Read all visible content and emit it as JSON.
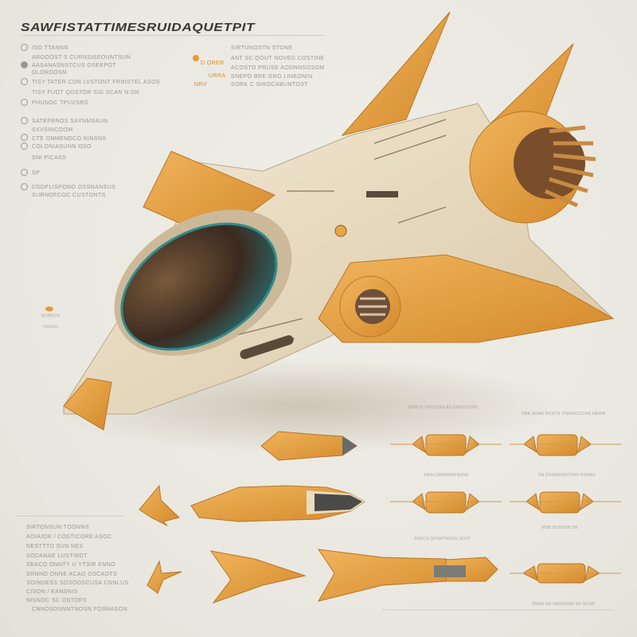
{
  "sheet": {
    "title": "SAWFISTATTIMESRUIDAQUETPIT",
    "background": "#ecebe4",
    "accent": "#e59a35",
    "hull_cream": "#e9dcc3",
    "hull_orange": "#e8a24a",
    "canopy": "#3f6a6a"
  },
  "spec_left_top": [
    "ISO TTANNN",
    "AROOOST S CURNSISEOUNTSUN",
    "AASANASNSTCUS OSEEPOT",
    "OLOROOSN",
    "TISY TATER CON LVSTONT FRINSTEL ASOS",
    "TISY FUOT QOSTOR SIG SCAN N.DN",
    "PHUNOC TPUVSRS"
  ],
  "spec_mid_top": [
    "SIRTUNOSTN STONE",
    "ANT SC QOUT NOVED COSTINE",
    "ACOSTO PRUSE AODNNSOSOM",
    "SNEPO BRE GRO LINEONIN",
    "SORK C SIROCABUNTOST"
  ],
  "spec_mid_top_tags": [
    "D ORER",
    "URRA",
    "NRV"
  ],
  "spec_left_mid": [
    "SATEFRNOS SAYNMSAUN",
    "SXVSINCOOM",
    "CTE ONMENDCO NINSNS",
    "COLONIASUNN OSO",
    "SNI PICASS",
    "SP",
    "DSOPLISPONO OSSNANSUS",
    "SURNOFCOC CUSTONTS"
  ],
  "spec_bottom_left": [
    "SIRTONSUN TOONNS",
    "AOIAIOR / COSTICORE ASOC",
    "NESTTTO SUN NES",
    "SODANAE LUSTIRDT",
    "SEACO ONNTY U YTSIR ENNO",
    "SRNNO ONNE ACAO OSCAOTS",
    "SOINDESS SOSOOSCUSA CNNLUS",
    "CISON / EANSNIS",
    "NISNOC SC OSTOFS",
    "CNNOSDSNNTNOSN FOSNASON"
  ],
  "small_label": [
    "SONSOS",
    "CNSSN"
  ],
  "views": {
    "captions": [
      "SWNTS ONCOSNLAS ORSOSUNS",
      "SNE SONE DUSTR OSNACCSTAS NEWN",
      "SNOCSNSNSNTNSNS",
      "SN DSONSNSTONS NOSNS",
      "SNSCN SOSNTNSON SOST",
      "NSN DCNOSN SN",
      "SNSN SN SNSNOSN SN SOSN"
    ]
  }
}
